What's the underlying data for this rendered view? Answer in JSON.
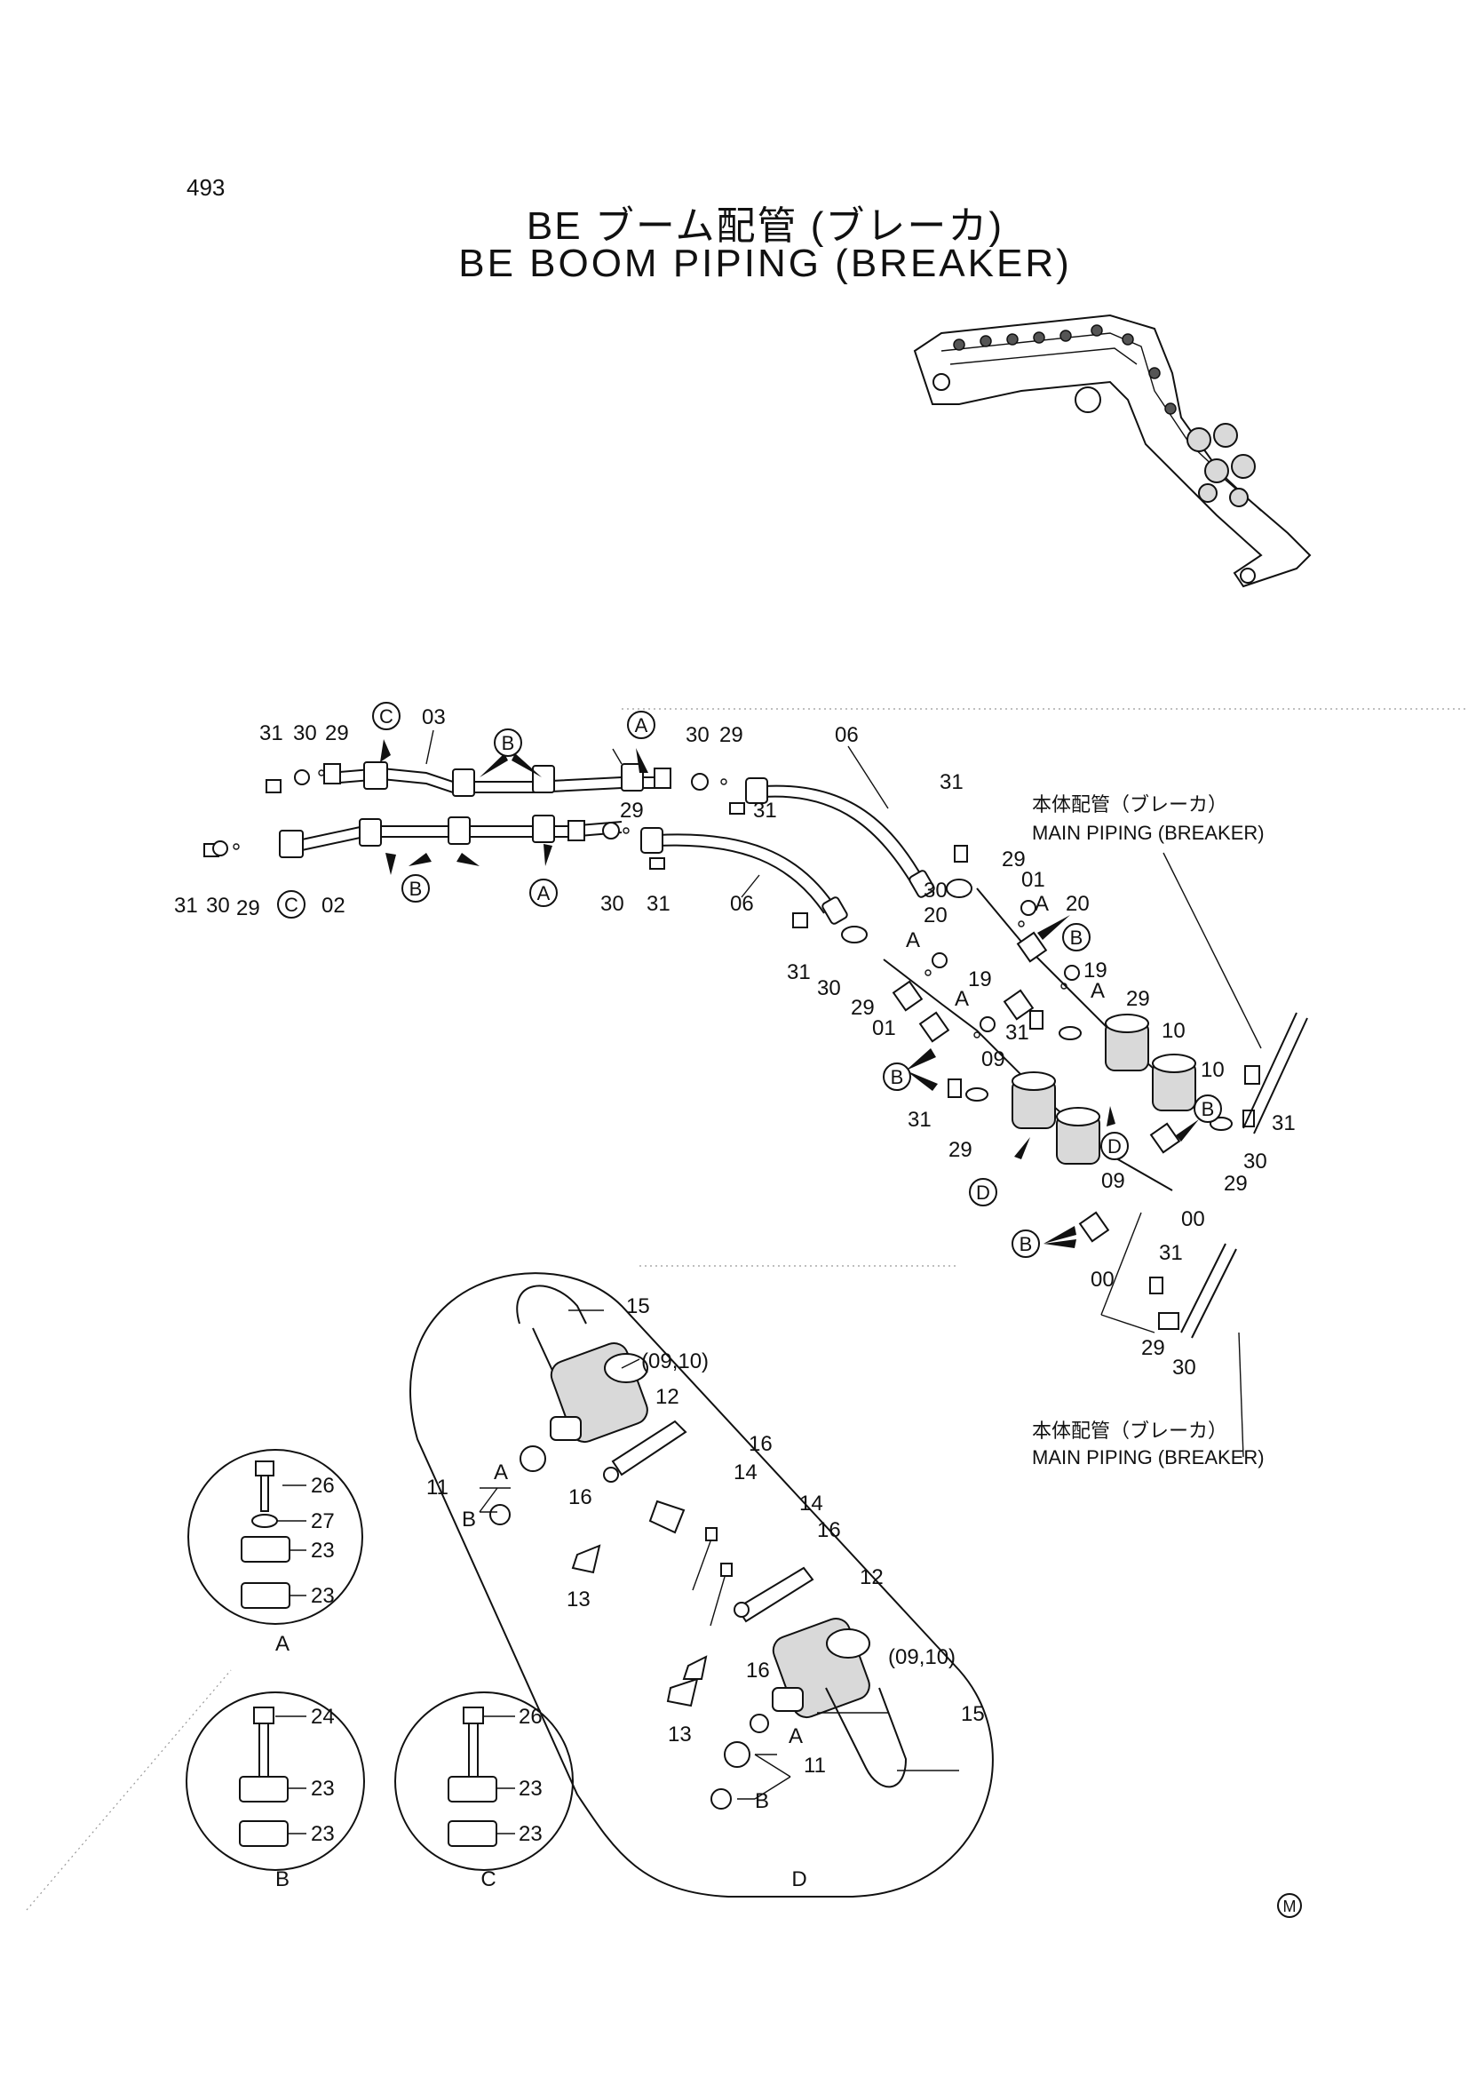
{
  "header": {
    "page_number": "493",
    "title_jp": "BE ブーム配管 (ブレーカ)",
    "title_en": "BE BOOM PIPING (BREAKER)"
  },
  "callouts": {
    "main_piping_jp": "本体配管（ブレーカ）",
    "main_piping_en": "MAIN PIPING (BREAKER)"
  },
  "part_numbers": {
    "p00": "00",
    "p01": "01",
    "p02": "02",
    "p03": "03",
    "p06": "06",
    "p09": "09",
    "p10": "10",
    "p11": "11",
    "p12": "12",
    "p13": "13",
    "p14": "14",
    "p15": "15",
    "p16": "16",
    "p19": "19",
    "p20": "20",
    "p23": "23",
    "p24": "24",
    "p26": "26",
    "p27": "27",
    "p29": "29",
    "p30": "30",
    "p31": "31",
    "p0910": "(09,10)"
  },
  "detail_keys": {
    "a": "A",
    "b": "B",
    "c": "C",
    "d": "D"
  },
  "footer_mark": "M"
}
